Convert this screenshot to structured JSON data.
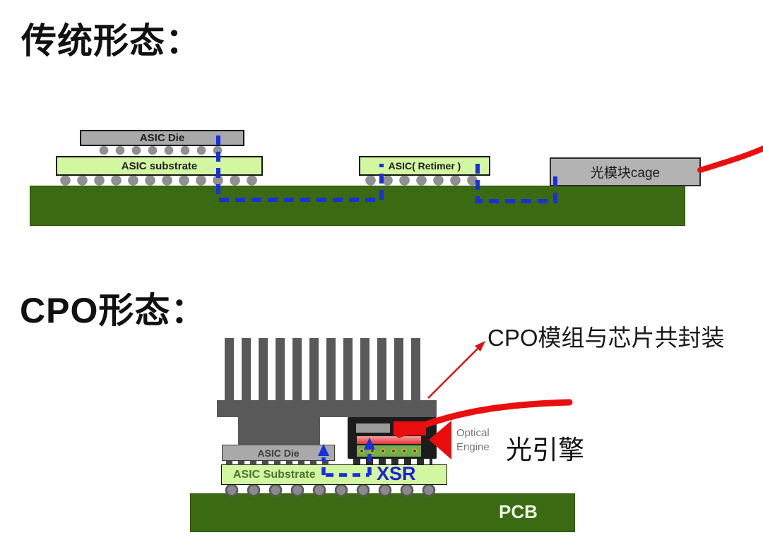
{
  "sections": {
    "traditional": {
      "heading": "传统形态：",
      "asic_die_label": "ASIC Die",
      "asic_substrate_label": "ASIC substrate",
      "retimer_label": "ASIC( Retimer )",
      "cage_label": "光模块cage"
    },
    "cpo": {
      "heading": "CPO形态：",
      "annotation": "CPO模组与芯片共封装",
      "asic_die_label": "ASIC Die",
      "asic_substrate_label": "ASIC Substrate",
      "xsr_label": "XSR",
      "optical_engine_label_en": "Optical Engine",
      "optical_engine_label_zh": "光引擎",
      "pcb_label": "PCB"
    }
  },
  "colors": {
    "pcb_green": "#3a6b12",
    "substrate_green": "#d3f6a1",
    "die_gray": "#a9a9a9",
    "cage_gray": "#b3b3b3",
    "heatsink_gray": "#595959",
    "fiber_red": "#e90f0f",
    "trace_blue": "#1730dc",
    "xsr_text_blue": "#1f1fd6"
  }
}
